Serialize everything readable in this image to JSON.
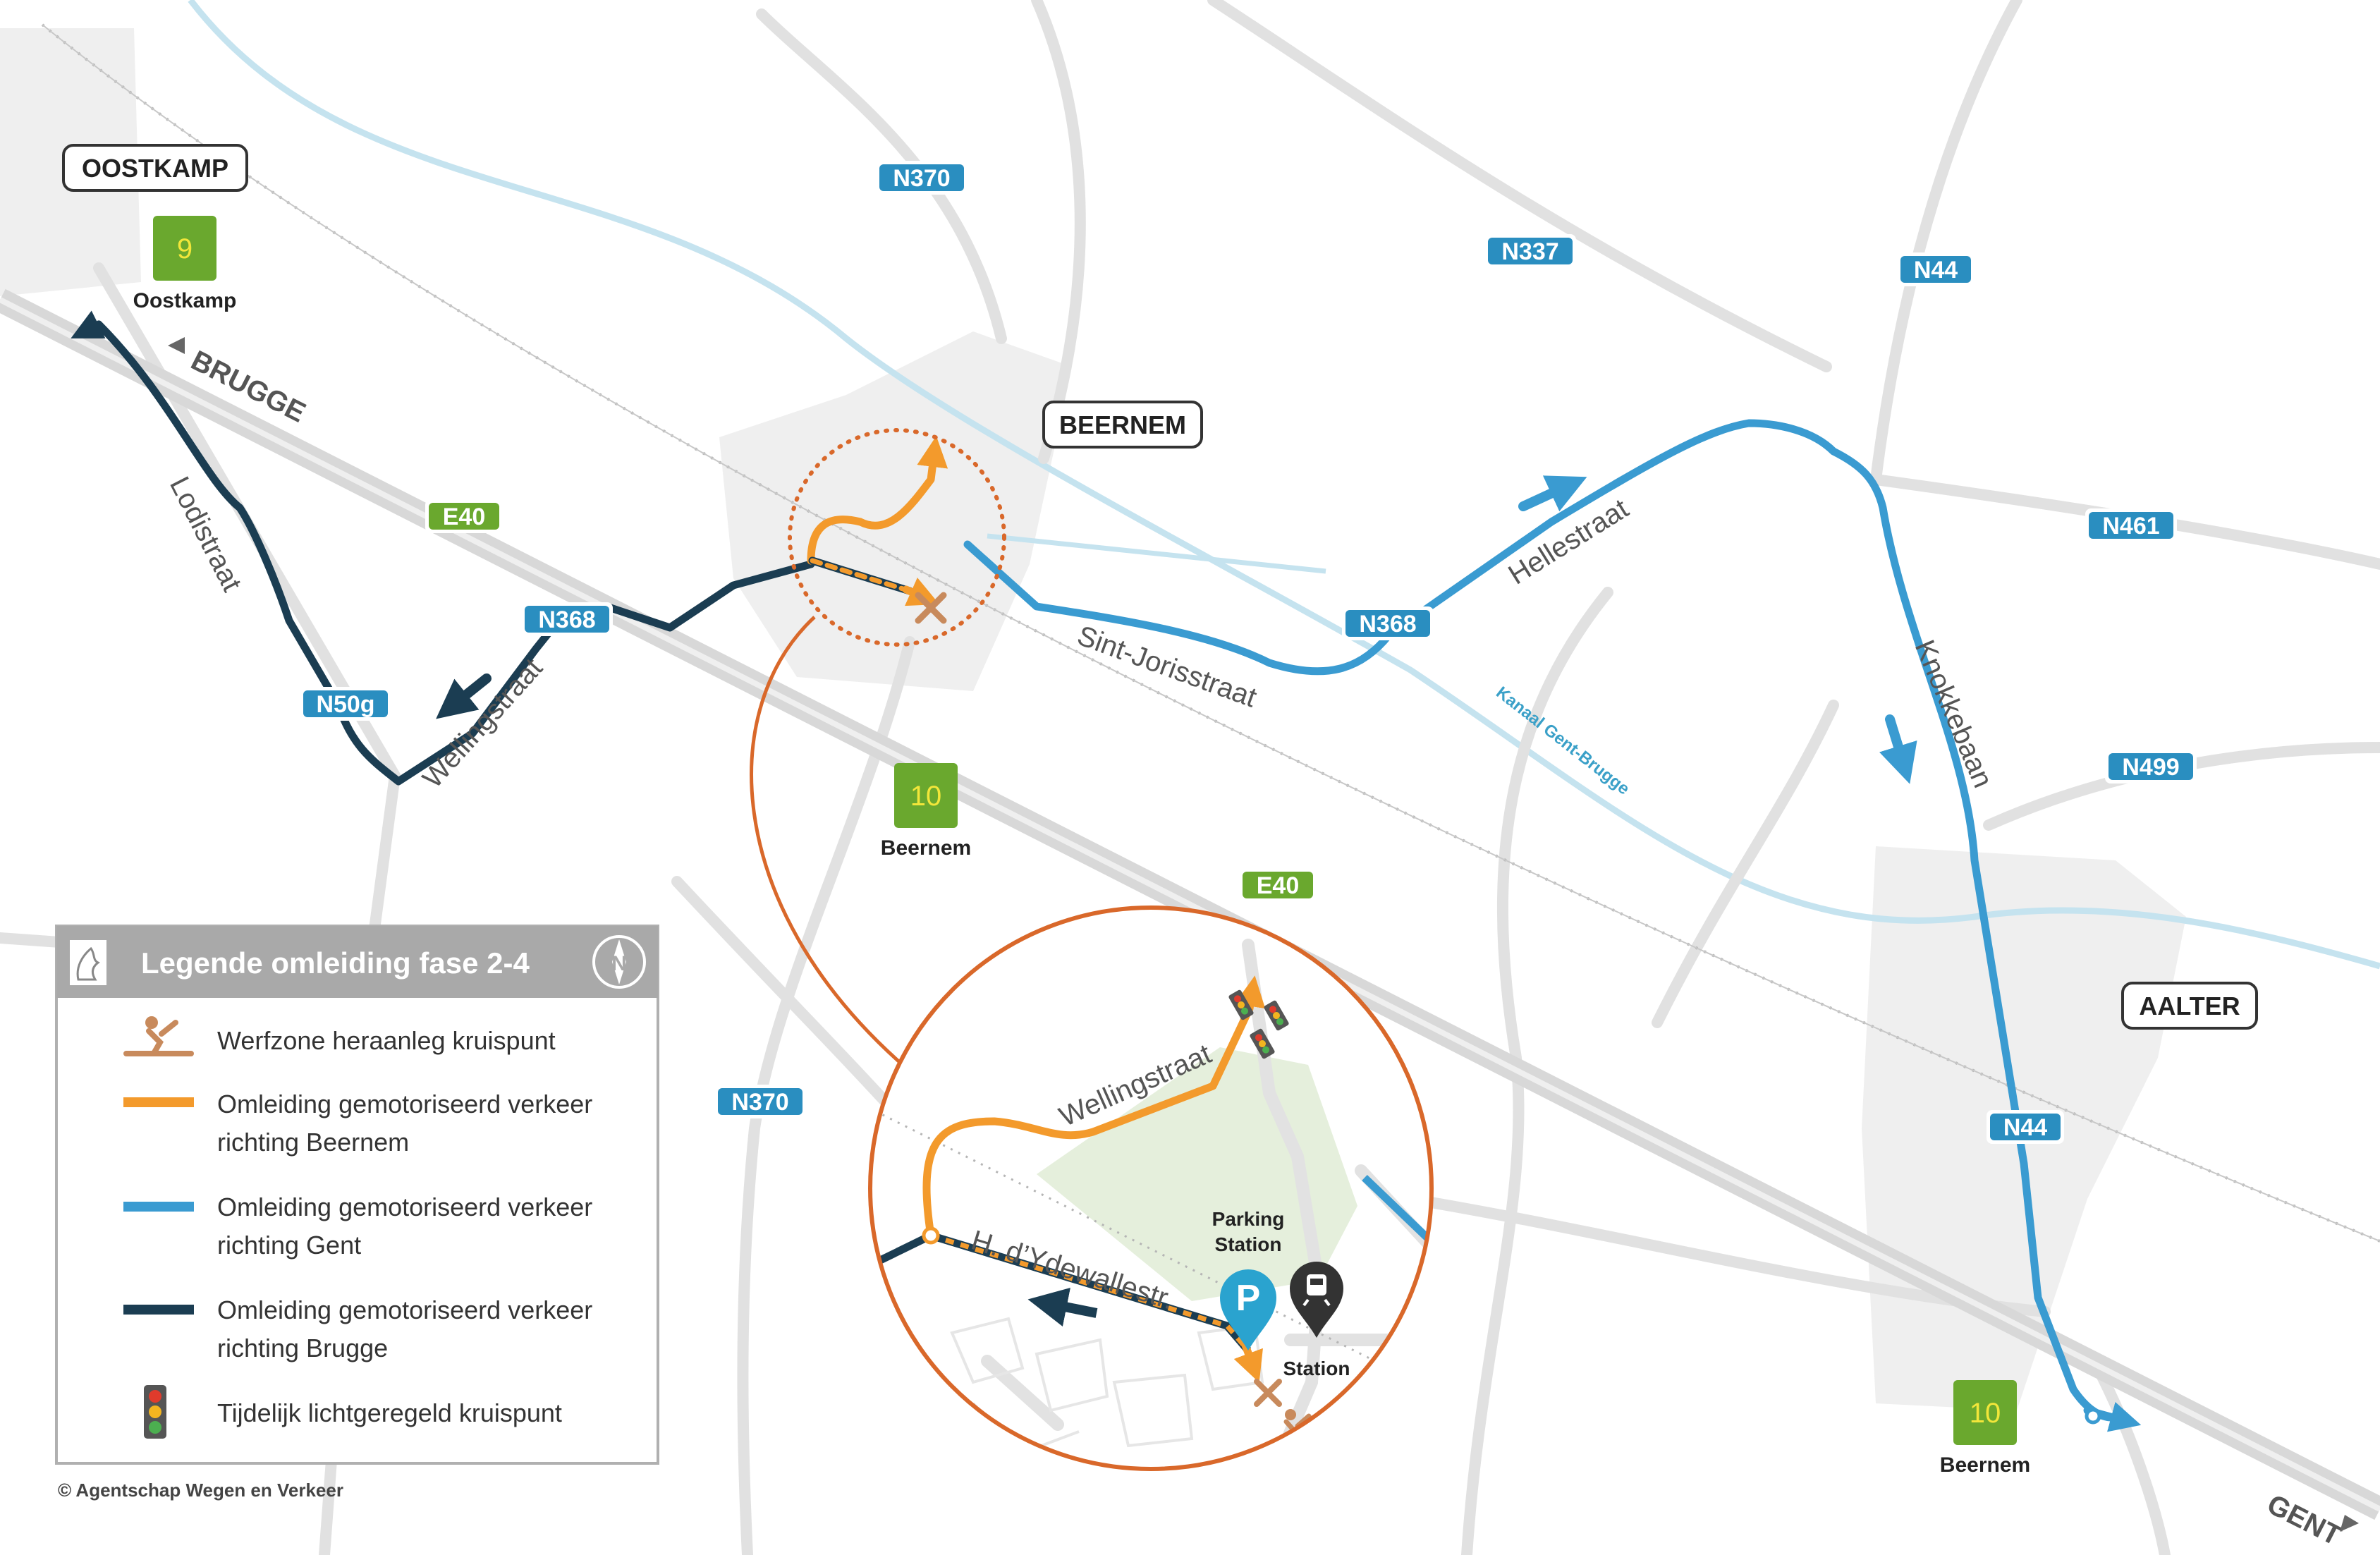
{
  "towns": [
    {
      "name": "OOSTKAMP"
    },
    {
      "name": "BEERNEM"
    },
    {
      "name": "AALTER"
    }
  ],
  "exits": [
    {
      "number": "9",
      "name": "Oostkamp"
    },
    {
      "number": "10",
      "name": "Beernem"
    },
    {
      "number": "10",
      "name": "Beernem"
    }
  ],
  "road_labels": [
    "N370",
    "N337",
    "N44",
    "E40",
    "N368",
    "N50g",
    "N461",
    "N368",
    "N499",
    "E40",
    "N370",
    "N44"
  ],
  "street_names": {
    "lodistraat": "Lodistraat",
    "wellingstraat": "Wellingstraat",
    "sint_jorisstraat": "Sint-Jorisstraat",
    "hellestraat": "Hellestraat",
    "knokkebaan": "Knokkebaan",
    "canal": "Kanaal Gent-Brugge"
  },
  "directions": {
    "brugge": "BRUGGE",
    "gent": "GENT"
  },
  "inset": {
    "wellingstraat": "Wellingstraat",
    "ydewalle": "H. d’Ydewallestr.",
    "parking_line1": "Parking",
    "parking_line2": "Station",
    "parking_icon": "P",
    "station": "Station"
  },
  "legend": {
    "title": "Legende omleiding fase 2-4",
    "compass": "N",
    "items": [
      {
        "line1": "Werfzone heraanleg kruispunt",
        "line2": ""
      },
      {
        "line1": "Omleiding gemotoriseerd verkeer",
        "line2": "richting Beernem"
      },
      {
        "line1": "Omleiding gemotoriseerd verkeer",
        "line2": "richting Gent"
      },
      {
        "line1": "Omleiding gemotoriseerd verkeer",
        "line2": "richting Brugge"
      },
      {
        "line1": "Tijdelijk lichtgeregeld kruispunt",
        "line2": ""
      }
    ]
  },
  "copyright": "© Agentschap Wegen en Verkeer",
  "colors": {
    "beernem_route": "#f39a2c",
    "gent_route": "#3a9bd1",
    "brugge_route": "#1b3d52",
    "roadwork": "#c88a5c",
    "road_badge": "#2a8ec0",
    "e_badge": "#6aa82e",
    "exit_badge": "#6aa82e",
    "inset_ring": "#d9682a",
    "canal": "#c5e3ef",
    "legend_header": "#a9a9a9"
  },
  "icons": [
    "roadwork-icon",
    "traffic-light-icon",
    "parking-pin-icon",
    "train-station-pin-icon",
    "compass-icon",
    "flemish-lion-icon",
    "direction-arrow-icon"
  ]
}
